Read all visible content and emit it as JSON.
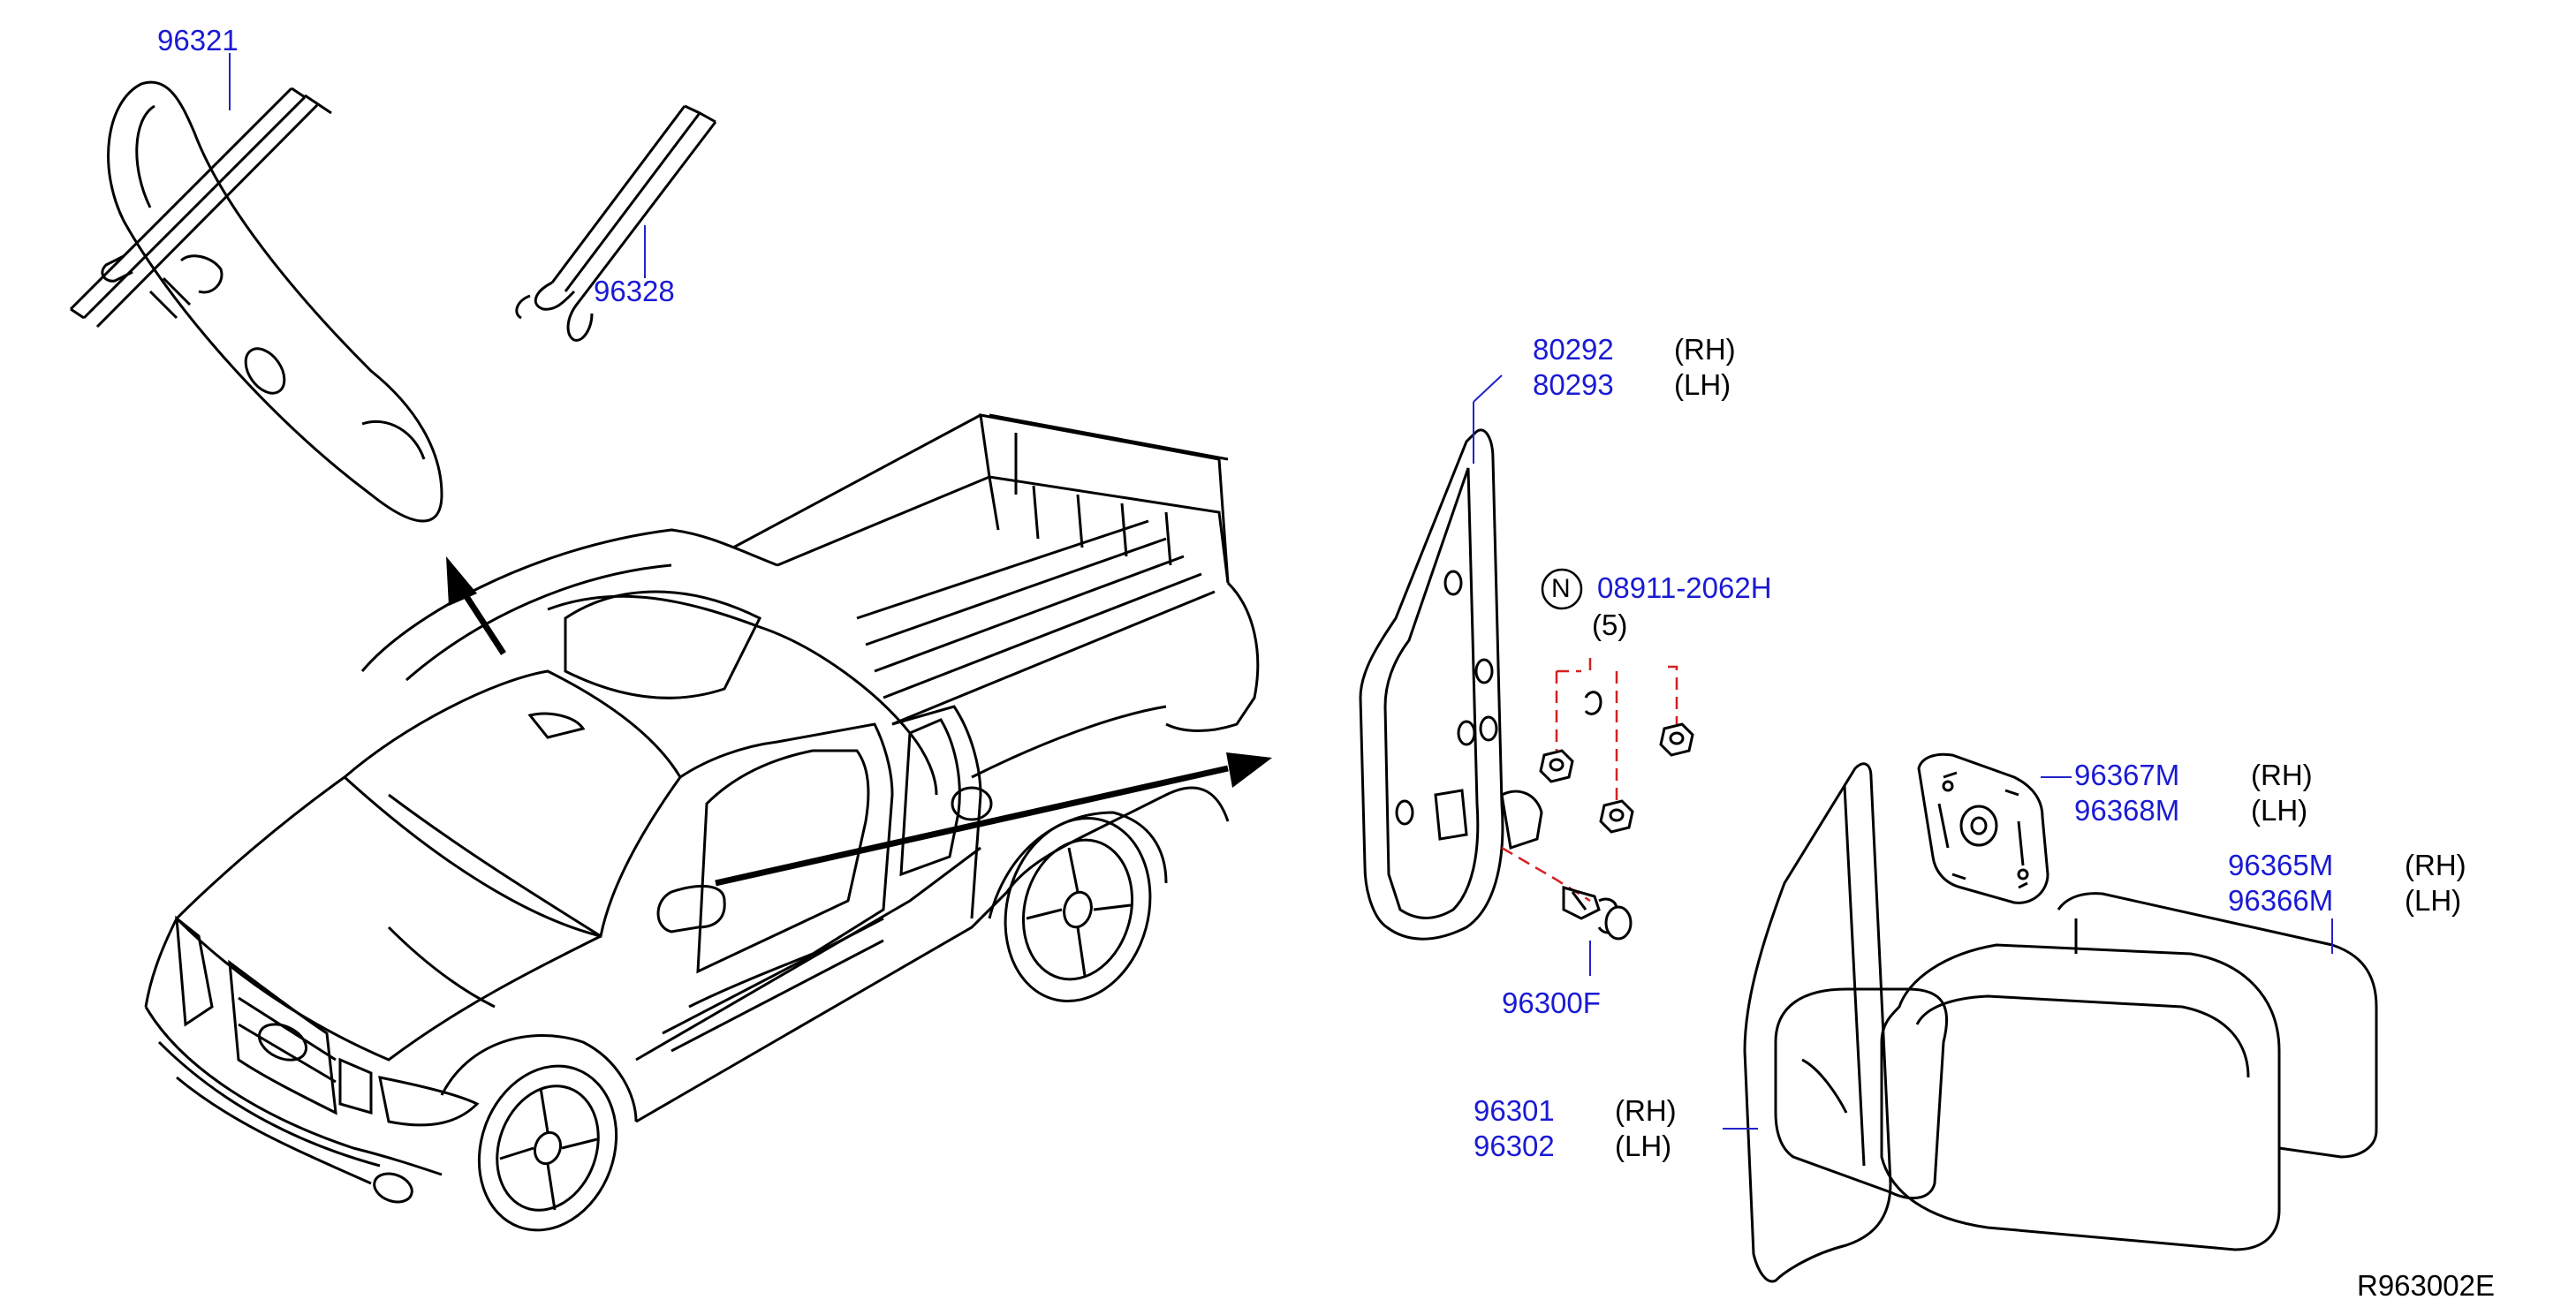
{
  "colors": {
    "part_number": "#1a1ad4",
    "text": "#000000",
    "line": "#000000",
    "guide": "#d42020"
  },
  "labels": {
    "p96321": "96321",
    "p96328": "96328",
    "p80292": "80292",
    "p80293": "80293",
    "p08911": "08911-2062H",
    "n_symbol": "N",
    "qty5": "(5)",
    "p96367m": "96367M",
    "p96368m": "96368M",
    "p96365m": "96365M",
    "p96366m": "96366M",
    "p96300f": "96300F",
    "p96301": "96301",
    "p96302": "96302",
    "rh": "(RH)",
    "lh": "(LH)"
  },
  "diagram_ref": "R963002E"
}
